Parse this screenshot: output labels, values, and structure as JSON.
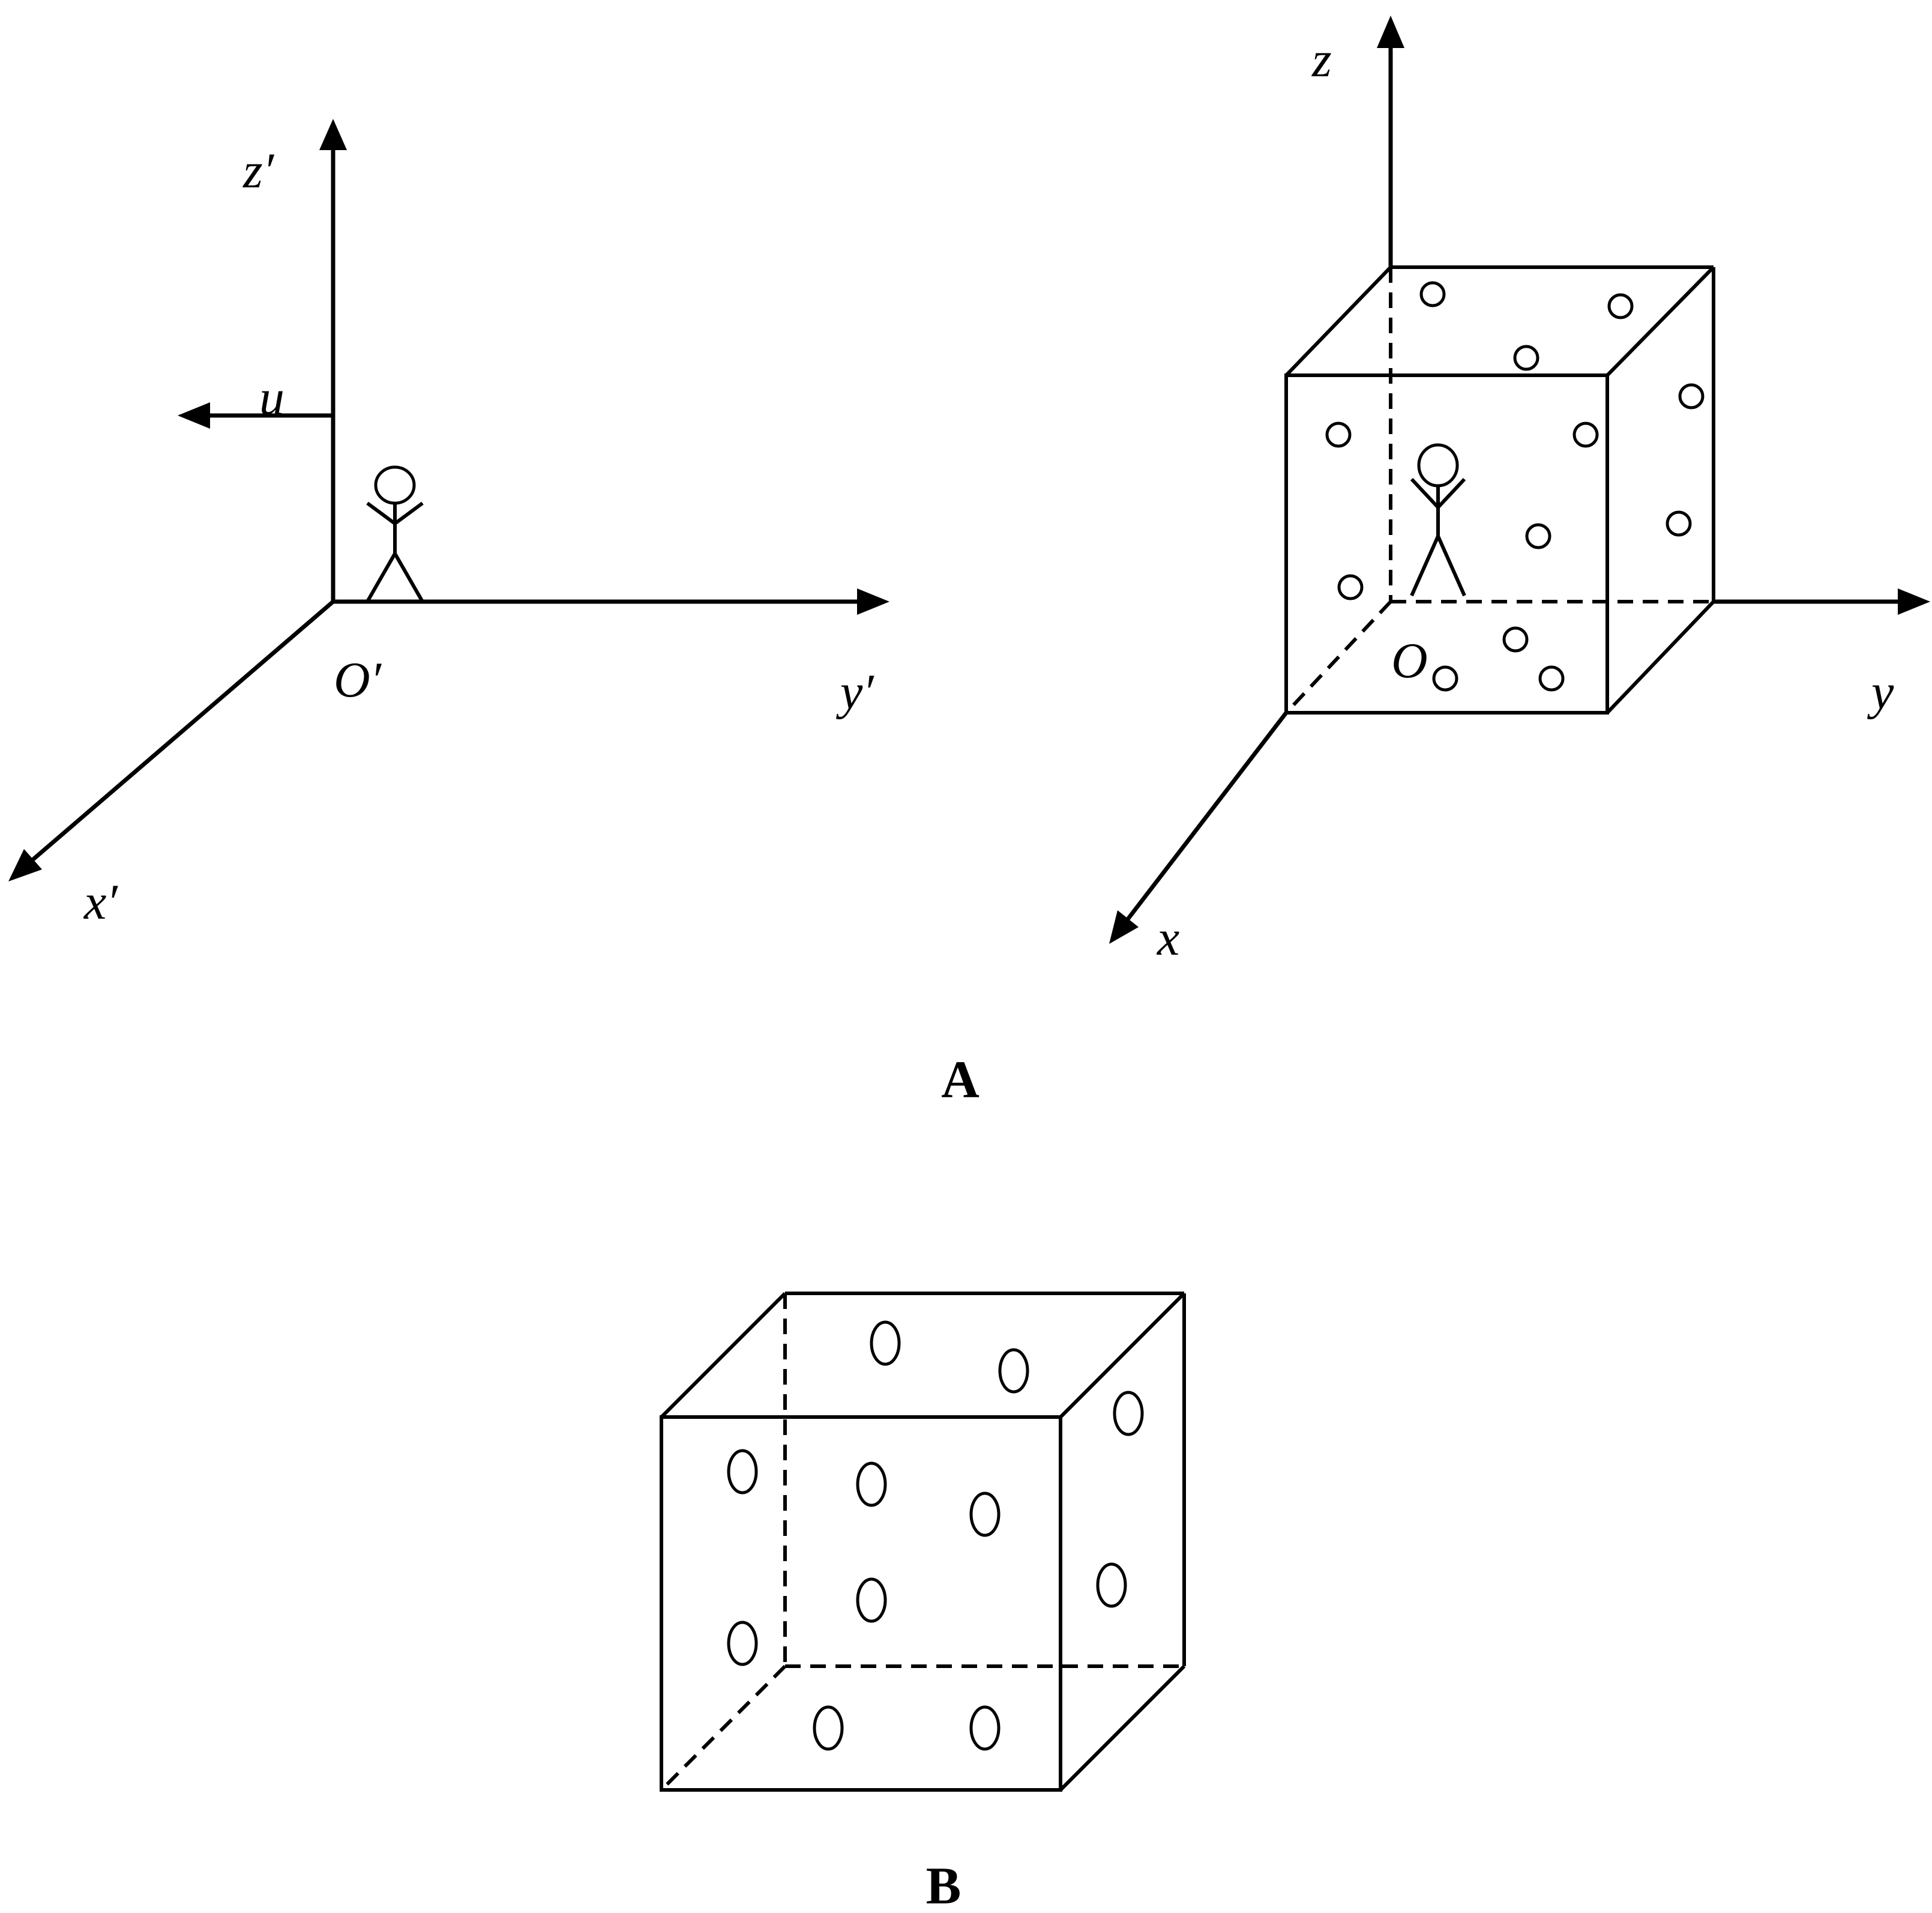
{
  "panel_a": {
    "caption": "A",
    "primed_frame": {
      "origin_label": "O′",
      "x_label": "x′",
      "y_label": "y′",
      "z_label": "z′",
      "velocity_label": "u"
    },
    "rest_frame": {
      "origin_label": "O",
      "x_label": "x",
      "y_label": "y",
      "z_label": "z"
    }
  },
  "panel_b": {
    "caption": "B"
  }
}
